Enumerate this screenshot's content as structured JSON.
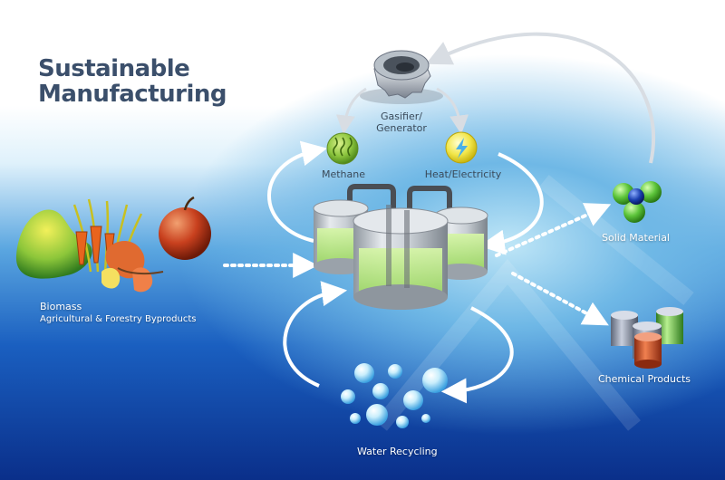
{
  "title": {
    "line1": "Sustainable",
    "line2": "Manufacturing"
  },
  "nodes": {
    "gasifier": {
      "line1": "Gasifier/",
      "line2": "Generator",
      "icon": "gasifier-icon"
    },
    "methane": {
      "label": "Methane",
      "icon": "methane-icon"
    },
    "heat": {
      "label": "Heat/Electricity",
      "icon": "lightning-icon"
    },
    "biomass": {
      "label": "Biomass",
      "sublabel": "Agricultural & Forestry Byproducts",
      "icon": "biomass-icon"
    },
    "solid": {
      "label": "Solid Material",
      "icon": "molecule-icon"
    },
    "chemical": {
      "label": "Chemical Products",
      "icon": "canisters-icon"
    },
    "water": {
      "label": "Water Recycling",
      "icon": "bubbles-icon"
    },
    "reactor": {
      "icon": "reactor-tanks-icon"
    }
  },
  "colors": {
    "title": "#3b4f6b",
    "methane": "#8dc63f",
    "heat": "#f2e64a",
    "solid_green": "#5cc43a",
    "solid_blue": "#1a3fb0",
    "chem_red": "#d9502b",
    "chem_green": "#6cc24a",
    "chem_grey": "#9aa4b8"
  }
}
